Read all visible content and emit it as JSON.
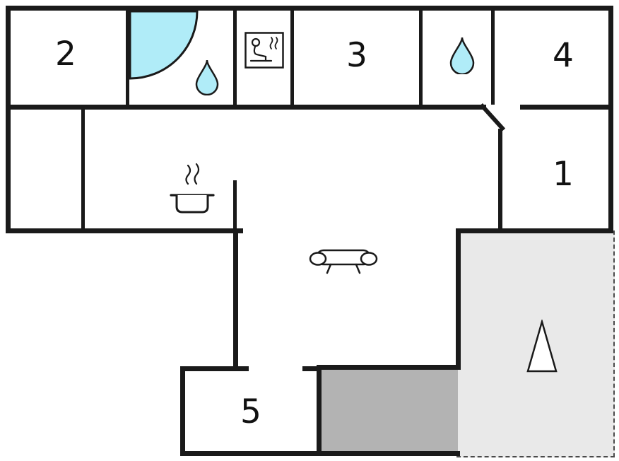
{
  "floorplan": {
    "rooms": [
      {
        "id": "room-2",
        "label": "2"
      },
      {
        "id": "room-3",
        "label": "3"
      },
      {
        "id": "room-4",
        "label": "4"
      },
      {
        "id": "room-1",
        "label": "1"
      },
      {
        "id": "room-5",
        "label": "5"
      }
    ],
    "icons": [
      {
        "name": "shower-icon",
        "shape": "quarter-circle-basin"
      },
      {
        "name": "water-drop-icon-bath",
        "shape": "teardrop"
      },
      {
        "name": "sauna-icon",
        "shape": "seated-person-with-steam"
      },
      {
        "name": "water-drop-icon-wc",
        "shape": "teardrop"
      },
      {
        "name": "cooking-pot-icon",
        "shape": "pot-with-steam"
      },
      {
        "name": "sofa-icon",
        "shape": "sofa-front-view"
      },
      {
        "name": "north-arrow-icon",
        "shape": "triangle"
      }
    ],
    "colors": {
      "wall": "#1a1a1a",
      "water": "#b0ecf8",
      "terrace_light": "#e9e9e9",
      "terrace_dark": "#b3b3b3",
      "background": "#ffffff"
    }
  }
}
